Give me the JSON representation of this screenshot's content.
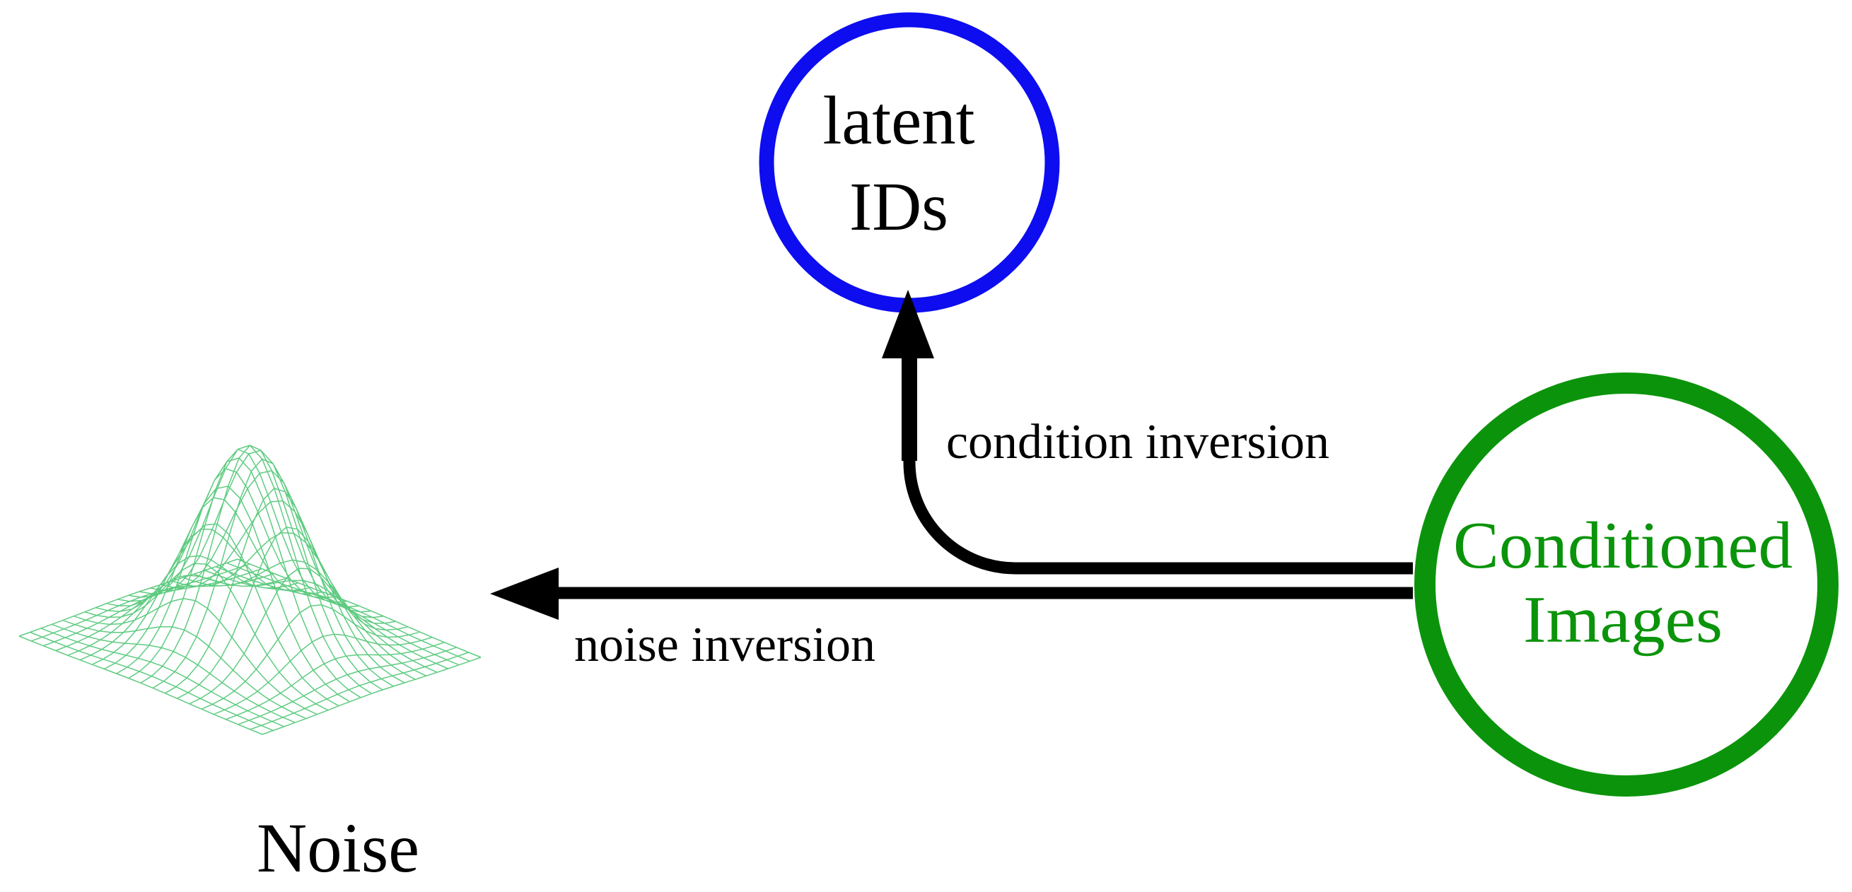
{
  "figure": {
    "background_color": "#ffffff",
    "nodes": {
      "latent_ids": {
        "label_line1": "latent",
        "label_line2": "IDs",
        "ring_color": "#0d0df0",
        "text_color": "#000000"
      },
      "conditioned_images": {
        "label_line1": "Conditioned",
        "label_line2": "Images",
        "ring_color": "#0b940b",
        "text_color": "#0b940b"
      }
    },
    "noise_surface": {
      "label": "Noise",
      "label_color": "#000000",
      "mesh_color": "#5fcb81"
    },
    "arrows": {
      "condition_inversion": {
        "label": "condition inversion",
        "color": "#000000",
        "label_color": "#000000"
      },
      "noise_inversion": {
        "label": "noise inversion",
        "color": "#000000",
        "label_color": "#000000"
      }
    }
  }
}
